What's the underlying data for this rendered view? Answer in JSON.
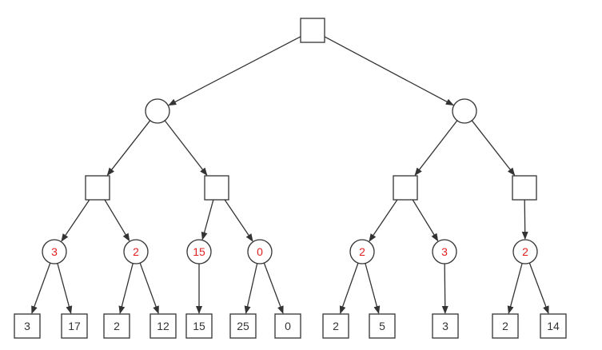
{
  "colors": {
    "stroke": "#333333",
    "leaf_text": "#333333",
    "value_text": "#e02020",
    "background": "#ffffff"
  },
  "tree": {
    "kind": "max",
    "label": "",
    "children": [
      {
        "kind": "chance",
        "label": "",
        "children": [
          {
            "kind": "max",
            "label": "",
            "children": [
              {
                "kind": "chance",
                "label": "3",
                "children": [
                  {
                    "kind": "leaf",
                    "label": "3"
                  },
                  {
                    "kind": "leaf",
                    "label": "17"
                  }
                ]
              },
              {
                "kind": "chance",
                "label": "2",
                "children": [
                  {
                    "kind": "leaf",
                    "label": "2"
                  },
                  {
                    "kind": "leaf",
                    "label": "12"
                  }
                ]
              }
            ]
          },
          {
            "kind": "max",
            "label": "",
            "children": [
              {
                "kind": "chance",
                "label": "15",
                "children": [
                  {
                    "kind": "leaf",
                    "label": "15"
                  }
                ]
              },
              {
                "kind": "chance",
                "label": "0",
                "children": [
                  {
                    "kind": "leaf",
                    "label": "25"
                  },
                  {
                    "kind": "leaf",
                    "label": "0"
                  }
                ]
              }
            ]
          }
        ]
      },
      {
        "kind": "chance",
        "label": "",
        "children": [
          {
            "kind": "max",
            "label": "",
            "children": [
              {
                "kind": "chance",
                "label": "2",
                "children": [
                  {
                    "kind": "leaf",
                    "label": "2"
                  },
                  {
                    "kind": "leaf",
                    "label": "5"
                  }
                ]
              },
              {
                "kind": "chance",
                "label": "3",
                "children": [
                  {
                    "kind": "leaf",
                    "label": "3"
                  }
                ]
              }
            ]
          },
          {
            "kind": "max",
            "label": "",
            "children": [
              {
                "kind": "chance",
                "label": "2",
                "children": [
                  {
                    "kind": "leaf",
                    "label": "2"
                  },
                  {
                    "kind": "leaf",
                    "label": "14"
                  }
                ]
              }
            ]
          }
        ]
      }
    ]
  }
}
